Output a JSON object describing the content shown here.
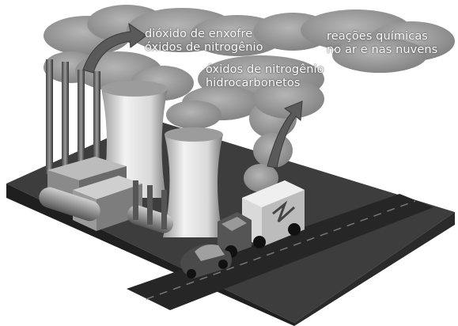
{
  "labels": {
    "stack_emissions": [
      "dióxido de enxofre",
      "óxidos de nitrogênio"
    ],
    "reactions": [
      "reações químicas",
      "no ar e nas nuvens"
    ],
    "vehicle_emissions": [
      "óxidos de nitrogênio",
      "hidrocarbonetos"
    ]
  },
  "colors": {
    "smoke": "#8a8a8a",
    "smoke_light": "#a8a8a8",
    "ground": "#3a3a3a",
    "road": "#2a2a2a",
    "tower": "#dedede",
    "arrow": "#5a5a5a",
    "label_text": "#ffffff"
  },
  "icons": [
    "cooling-tower",
    "smokestack",
    "truck",
    "car",
    "smoke-cloud",
    "curved-arrow"
  ]
}
